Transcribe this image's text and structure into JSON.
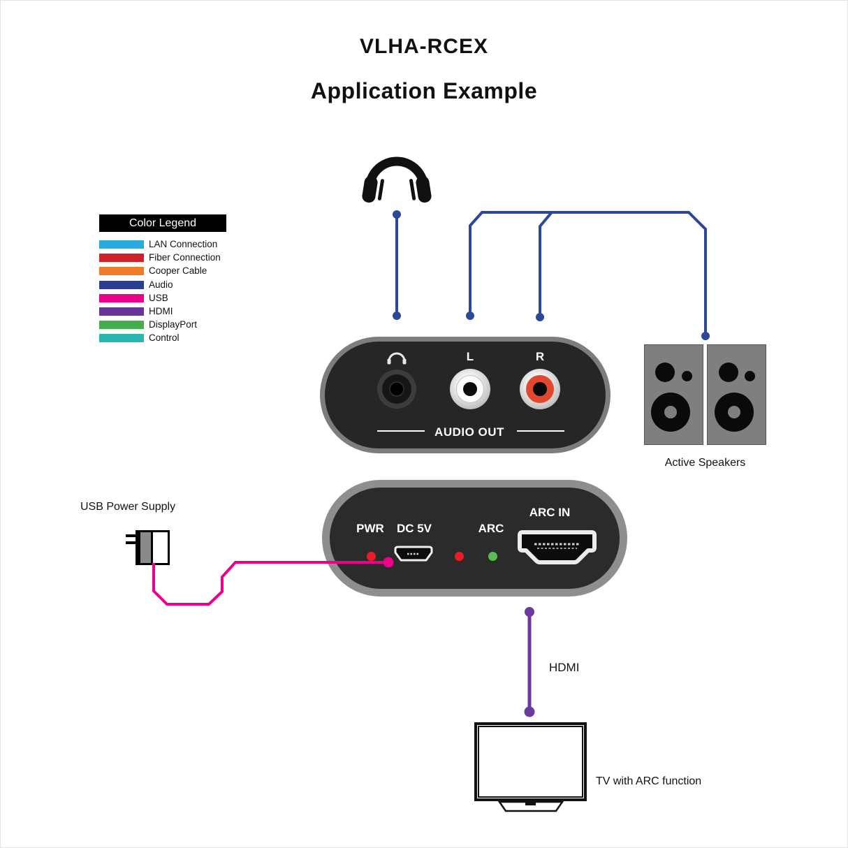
{
  "page": {
    "title": "VLHA-RCEX",
    "subtitle": "Application Example"
  },
  "legend": {
    "header": "Color Legend",
    "items": [
      {
        "label": "LAN Connection",
        "color": "#29ABE2"
      },
      {
        "label": "Fiber Connection",
        "color": "#CF2127"
      },
      {
        "label": "Cooper Cable",
        "color": "#F07B28"
      },
      {
        "label": "Audio",
        "color": "#2A3F90"
      },
      {
        "label": "USB",
        "color": "#EC008C"
      },
      {
        "label": "HDMI",
        "color": "#6A3397"
      },
      {
        "label": "DisplayPort",
        "color": "#44AD4C"
      },
      {
        "label": "Control",
        "color": "#2BB6B2"
      }
    ]
  },
  "audio_out_panel": {
    "left_label": "L",
    "right_label": "R",
    "panel_label": "AUDIO OUT",
    "rca_right_color": "#E2482D"
  },
  "arc_panel": {
    "pwr_label": "PWR",
    "dc_label": "DC 5V",
    "arc_label": "ARC",
    "arc_in_label": "ARC IN",
    "led_red": "#ED1C24",
    "led_green": "#55BE55"
  },
  "peripherals": {
    "usb_power_supply_label": "USB Power Supply",
    "active_speakers_label": "Active Speakers",
    "hdmi_cable_label": "HDMI",
    "tv_label": "TV with ARC function"
  },
  "wires": {
    "audio_color": "#2B4899",
    "usb_color": "#EC008C",
    "hdmi_color": "#6B3A9E"
  }
}
